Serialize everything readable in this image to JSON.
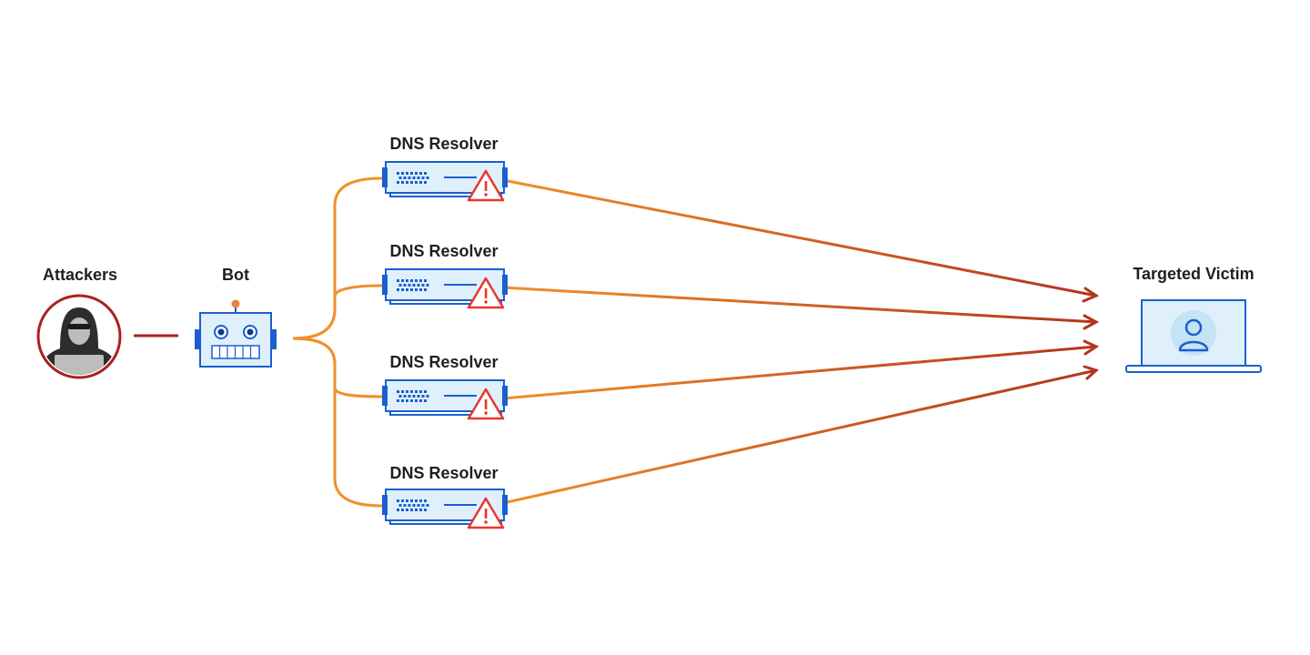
{
  "colors": {
    "accent_blue": "#1a5fd0",
    "device_fill": "#dff0fb",
    "orange": "#f0902a",
    "dark_red": "#b5331e",
    "warning_red": "#e8372c",
    "attacker_ring": "#a8231c"
  },
  "nodes": {
    "attackers": {
      "label": "Attackers",
      "icon": "hacker-icon"
    },
    "bot": {
      "label": "Bot",
      "icon": "robot-icon"
    },
    "resolvers": [
      {
        "label": "DNS Resolver",
        "icon": "server-warning-icon"
      },
      {
        "label": "DNS Resolver",
        "icon": "server-warning-icon"
      },
      {
        "label": "DNS Resolver",
        "icon": "server-warning-icon"
      },
      {
        "label": "DNS Resolver",
        "icon": "server-warning-icon"
      }
    ],
    "victim": {
      "label": "Targeted Victim",
      "icon": "laptop-user-icon"
    }
  }
}
